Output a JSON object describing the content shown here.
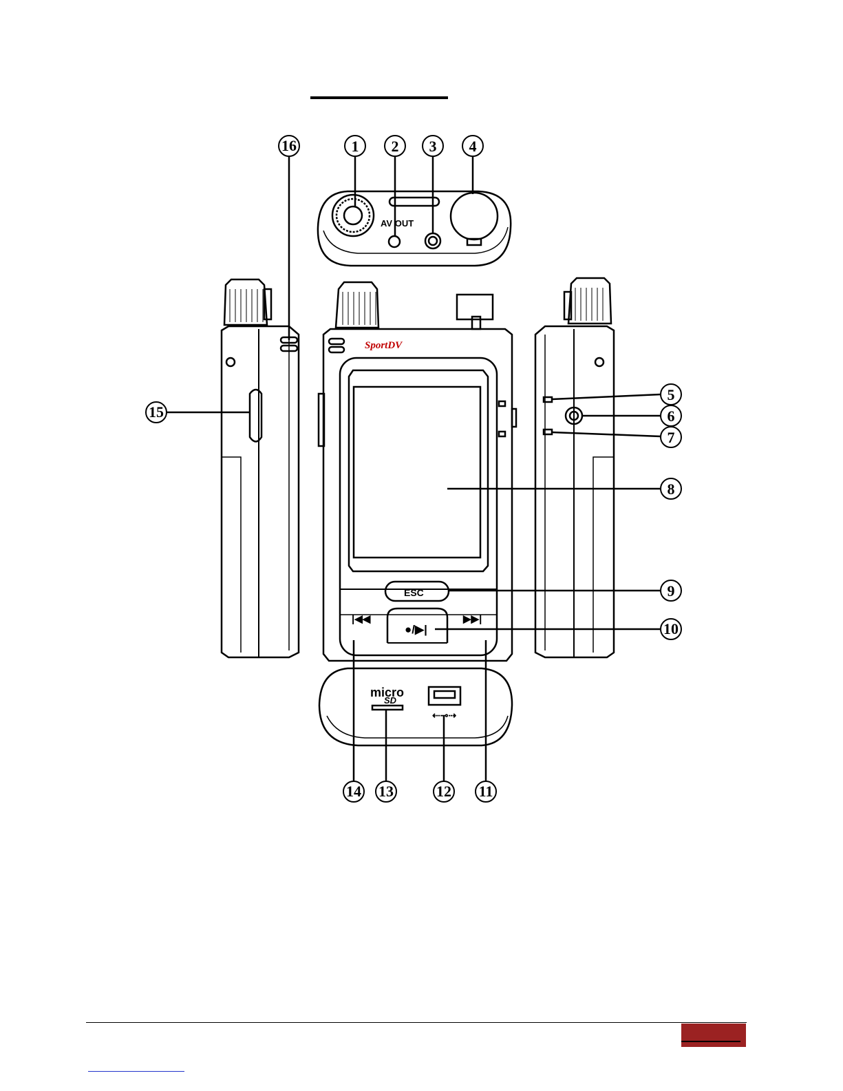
{
  "device": {
    "brand": "SportDV",
    "av_out_label": "AV OUT",
    "esc_label": "ESC",
    "record_play_label": "●/▶|",
    "prev_label": "|◀◀",
    "next_label": "▶▶|",
    "micro_label": "micro",
    "sd_label": "SD"
  },
  "callouts": [
    {
      "id": "1",
      "label": "①"
    },
    {
      "id": "2",
      "label": "②"
    },
    {
      "id": "3",
      "label": "③"
    },
    {
      "id": "4",
      "label": "④"
    },
    {
      "id": "5",
      "label": "⑤"
    },
    {
      "id": "6",
      "label": "⑥"
    },
    {
      "id": "7",
      "label": "⑦"
    },
    {
      "id": "8",
      "label": "⑧"
    },
    {
      "id": "9",
      "label": "⑨"
    },
    {
      "id": "10",
      "label": "⑩"
    },
    {
      "id": "11",
      "label": "⑪"
    },
    {
      "id": "12",
      "label": "⑫"
    },
    {
      "id": "13",
      "label": "⑬"
    },
    {
      "id": "14",
      "label": "⑭"
    },
    {
      "id": "15",
      "label": "⑮"
    },
    {
      "id": "16",
      "label": "⑯"
    }
  ],
  "colors": {
    "brand": "#c00000",
    "page_tab": "#9b2222",
    "footer_link": "#2233cc"
  }
}
